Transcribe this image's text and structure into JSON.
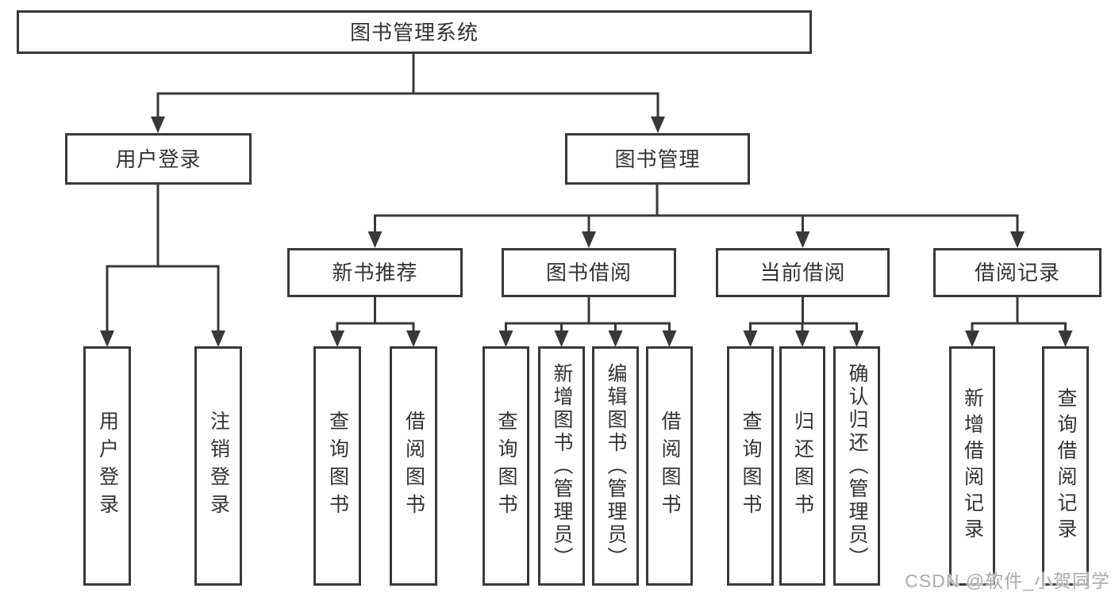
{
  "nodes": {
    "root": "图书管理系统",
    "user_login": "用户登录",
    "book_mgmt": "图书管理",
    "new_books": "新书推荐",
    "book_borrow": "图书借阅",
    "current_borrow": "当前借阅",
    "borrow_records": "借阅记录",
    "leaves": {
      "user_login": [
        "用户登录",
        "注销登录"
      ],
      "new_books": [
        "查询图书",
        "借阅图书"
      ],
      "book_borrow": [
        "查询图书",
        "新增图书（管理员）",
        "编辑图书（管理员）",
        "借阅图书"
      ],
      "current_borrow": [
        "查询图书",
        "归还图书",
        "确认归还（管理员）"
      ],
      "borrow_records": [
        "新增借阅记录",
        "查询借阅记录"
      ]
    }
  },
  "watermark": "CSDN @软件_小贺同学",
  "colors": {
    "line": "#383838",
    "text": "#333333",
    "watermark": "#ababab",
    "background": "#ffffff"
  }
}
